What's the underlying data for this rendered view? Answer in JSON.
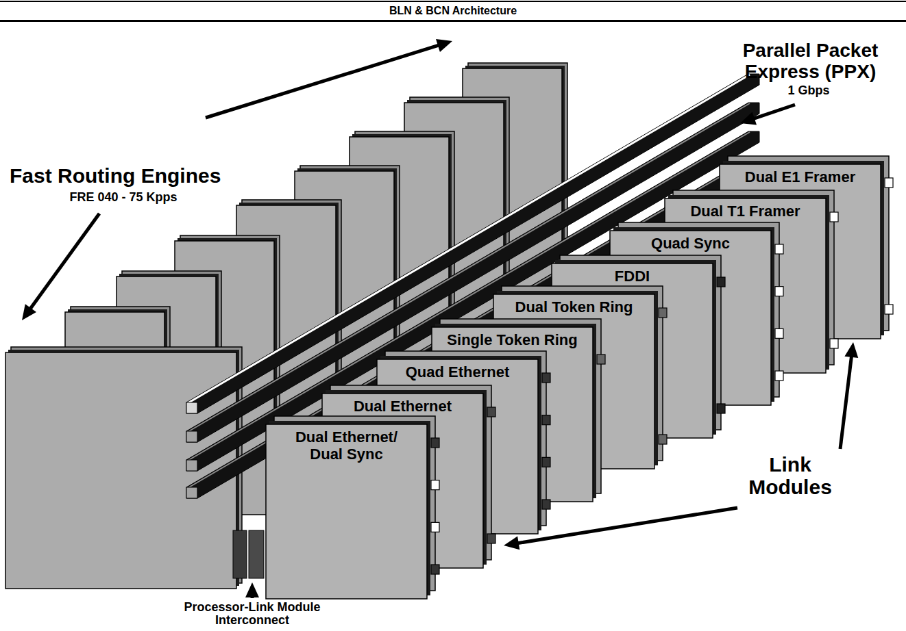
{
  "diagram": {
    "title": "BLN & BCN Architecture",
    "nodes": [
      {
        "text": [
          "Dual E1 Framer"
        ]
      },
      {
        "text": [
          "Dual T1 Framer"
        ]
      },
      {
        "text": [
          "Quad Sync"
        ]
      },
      {
        "text": [
          "FDDI"
        ]
      },
      {
        "text": [
          "Dual Token Ring"
        ]
      },
      {
        "text": [
          "Single Token Ring"
        ]
      },
      {
        "text": [
          "Quad Ethernet"
        ]
      },
      {
        "text": [
          "Dual Ethernet"
        ]
      },
      {
        "text": [
          "Dual Ethernet/ Dual Sync"
        ]
      }
    ],
    "labels": [
      "Parallel Packet Express (PPX)",
      "1 Gbps",
      "Fast Routing Engines",
      "FRE 040 - 75 Kpps",
      "Link Modules",
      "Processor-Link Module Interconnect"
    ]
  }
}
